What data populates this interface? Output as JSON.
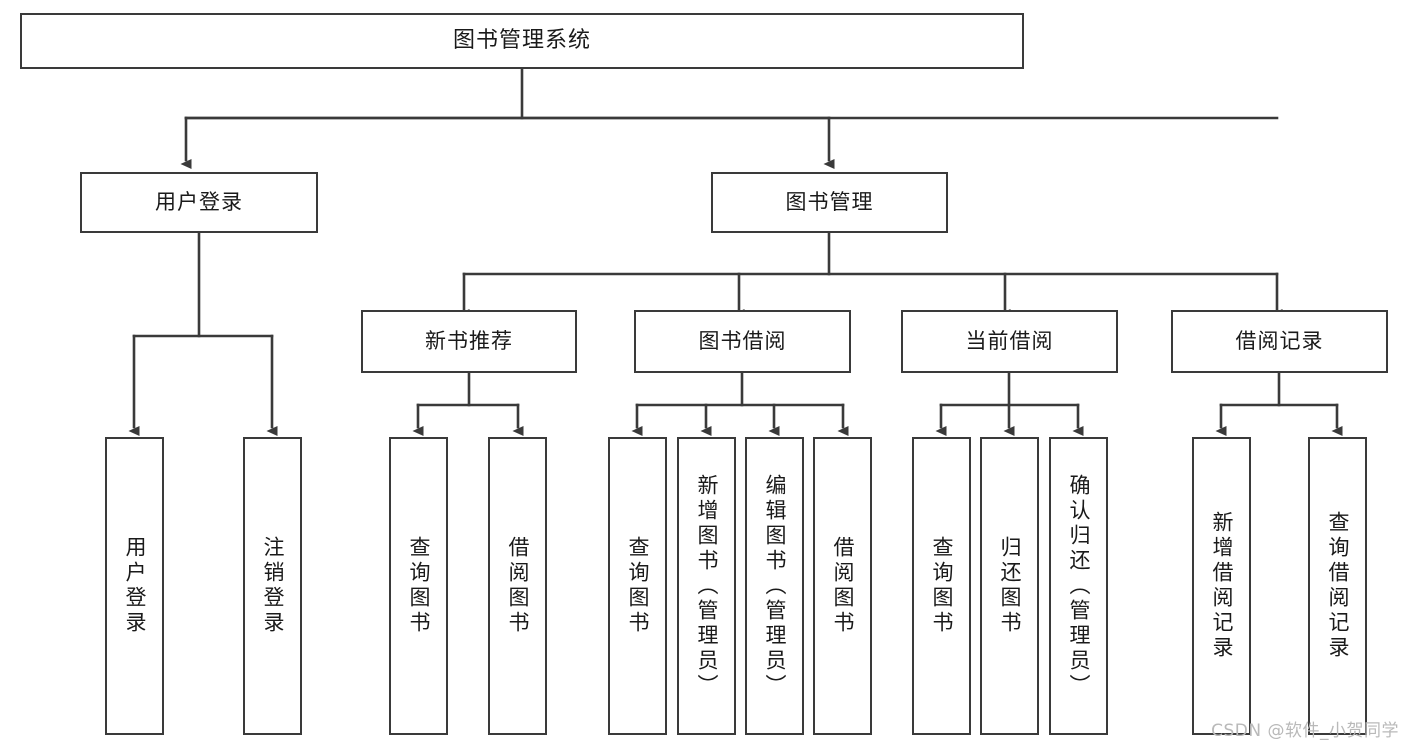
{
  "diagram": {
    "type": "tree",
    "title": "图书管理系统",
    "orientation": "top-down",
    "edge_style": "orthogonal-arrow",
    "colors": {
      "node_border": "#3a3a3a",
      "node_fill": "#ffffff",
      "edge": "#3a3a3a",
      "text": "#1a1a1a",
      "watermark": "#b9b9b9",
      "background": "#ffffff"
    }
  },
  "nodes": {
    "root": {
      "label": "图书管理系统",
      "level": 0,
      "orientation": "horizontal"
    },
    "level2": [
      {
        "id": "user-login",
        "label": "用户登录",
        "orientation": "horizontal"
      },
      {
        "id": "book-manage",
        "label": "图书管理",
        "orientation": "horizontal"
      }
    ],
    "level3": [
      {
        "id": "new-book-rec",
        "label": "新书推荐",
        "orientation": "horizontal"
      },
      {
        "id": "book-borrow",
        "label": "图书借阅",
        "orientation": "horizontal"
      },
      {
        "id": "current-borrow",
        "label": "当前借阅",
        "orientation": "horizontal"
      },
      {
        "id": "borrow-record",
        "label": "借阅记录",
        "orientation": "horizontal"
      }
    ],
    "leaves": [
      {
        "id": "leaf-user-login",
        "label": "用户登录",
        "parent": "user-login",
        "orientation": "vertical"
      },
      {
        "id": "leaf-logout-login",
        "label": "注销登录",
        "parent": "user-login",
        "orientation": "vertical"
      },
      {
        "id": "leaf-query-book-rec",
        "label": "查询图书",
        "parent": "new-book-rec",
        "orientation": "vertical"
      },
      {
        "id": "leaf-borrow-book-rec",
        "label": "借阅图书",
        "parent": "new-book-rec",
        "orientation": "vertical"
      },
      {
        "id": "leaf-query-book-borrow",
        "label": "查询图书",
        "parent": "book-borrow",
        "orientation": "vertical"
      },
      {
        "id": "leaf-add-book",
        "label": "新增图书（管理员）",
        "parent": "book-borrow",
        "orientation": "vertical"
      },
      {
        "id": "leaf-edit-book",
        "label": "编辑图书（管理员）",
        "parent": "book-borrow",
        "orientation": "vertical"
      },
      {
        "id": "leaf-borrow-book",
        "label": "借阅图书",
        "parent": "book-borrow",
        "orientation": "vertical"
      },
      {
        "id": "leaf-query-book-cur",
        "label": "查询图书",
        "parent": "current-borrow",
        "orientation": "vertical"
      },
      {
        "id": "leaf-return-book",
        "label": "归还图书",
        "parent": "current-borrow",
        "orientation": "vertical"
      },
      {
        "id": "leaf-confirm-return",
        "label": "确认归还（管理员）",
        "parent": "current-borrow",
        "orientation": "vertical"
      },
      {
        "id": "leaf-add-record",
        "label": "新增借阅记录",
        "parent": "borrow-record",
        "orientation": "vertical"
      },
      {
        "id": "leaf-query-record",
        "label": "查询借阅记录",
        "parent": "borrow-record",
        "orientation": "vertical"
      }
    ]
  },
  "watermark": {
    "text": "CSDN @软件_小贺同学"
  }
}
